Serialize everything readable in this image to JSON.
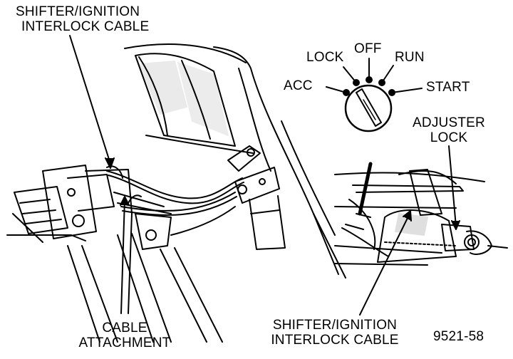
{
  "labels": {
    "shifter_top_line1": "SHIFTER/IGNITION",
    "shifter_top_line2": "INTERLOCK CABLE",
    "lock": "LOCK",
    "off": "OFF",
    "run": "RUN",
    "acc": "ACC",
    "start": "START",
    "adjuster_line1": "ADJUSTER",
    "adjuster_line2": "LOCK",
    "cable_attach_line1": "CABLE",
    "cable_attach_line2": "ATTACHMENT",
    "shifter_bottom_line1": "SHIFTER/IGNITION",
    "shifter_bottom_line2": "INTERLOCK CABLE",
    "figure_number": "9521-58"
  }
}
